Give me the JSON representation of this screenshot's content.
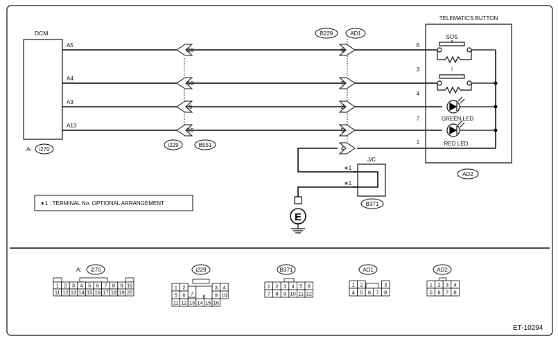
{
  "dcm": {
    "title": "DCM",
    "connector_prefix": "A:",
    "connector": "i270"
  },
  "pins": {
    "a5": "A5",
    "a4": "A4",
    "a3": "A3",
    "a13": "A13"
  },
  "inline1": {
    "left_label": "i229",
    "right_label": "B551",
    "terminals": [
      "16",
      "10",
      "9",
      "15"
    ]
  },
  "inline2": {
    "left_label": "B229",
    "right_label": "AD1",
    "terminals": [
      "6",
      "7",
      "2",
      "5",
      "4"
    ]
  },
  "button": {
    "title": "TELEMATICS BUTTON",
    "sos": "SOS",
    "info": "i",
    "green_led": "GREEN LED",
    "red_led": "RED LED",
    "pins": [
      "6",
      "3",
      "4",
      "7",
      "1"
    ],
    "connector": "AD2"
  },
  "jc": {
    "title": "J/C",
    "mark1": "∗1",
    "mark2": "∗1",
    "connector": "B371"
  },
  "ground": {
    "symbol": "E"
  },
  "note": "∗1 : TERMINAL No. OPTIONAL ARRANGEMENT",
  "connectors": {
    "i270": {
      "prefix": "A:",
      "name": "i270",
      "row1": [
        "1",
        "2",
        "3",
        "4",
        "5",
        "6",
        "7",
        "8",
        "9",
        "10"
      ],
      "row2": [
        "11",
        "12",
        "13",
        "14",
        "15",
        "16",
        "17",
        "18",
        "19",
        "20"
      ]
    },
    "i229": {
      "name": "i229",
      "row1": [
        "1",
        "2",
        "3",
        "4"
      ],
      "row2": [
        "5",
        "6",
        "7",
        "8",
        "9",
        "10"
      ],
      "row3": [
        "11",
        "12",
        "13",
        "14",
        "15",
        "16"
      ]
    },
    "B371": {
      "name": "B371",
      "row1": [
        "1",
        "2",
        "3",
        "4",
        "5",
        "6"
      ],
      "row2": [
        "7",
        "8",
        "9",
        "10",
        "11",
        "12"
      ]
    },
    "AD1": {
      "name": "AD1",
      "row1": [
        "1",
        "2",
        "3"
      ],
      "row2": [
        "4",
        "5",
        "6",
        "7",
        "8"
      ]
    },
    "AD2": {
      "name": "AD2",
      "row1": [
        "1",
        "2",
        "3",
        "4"
      ],
      "row2": [
        "5",
        "6",
        "7",
        "8"
      ]
    }
  },
  "figure_id": "ET-10294"
}
